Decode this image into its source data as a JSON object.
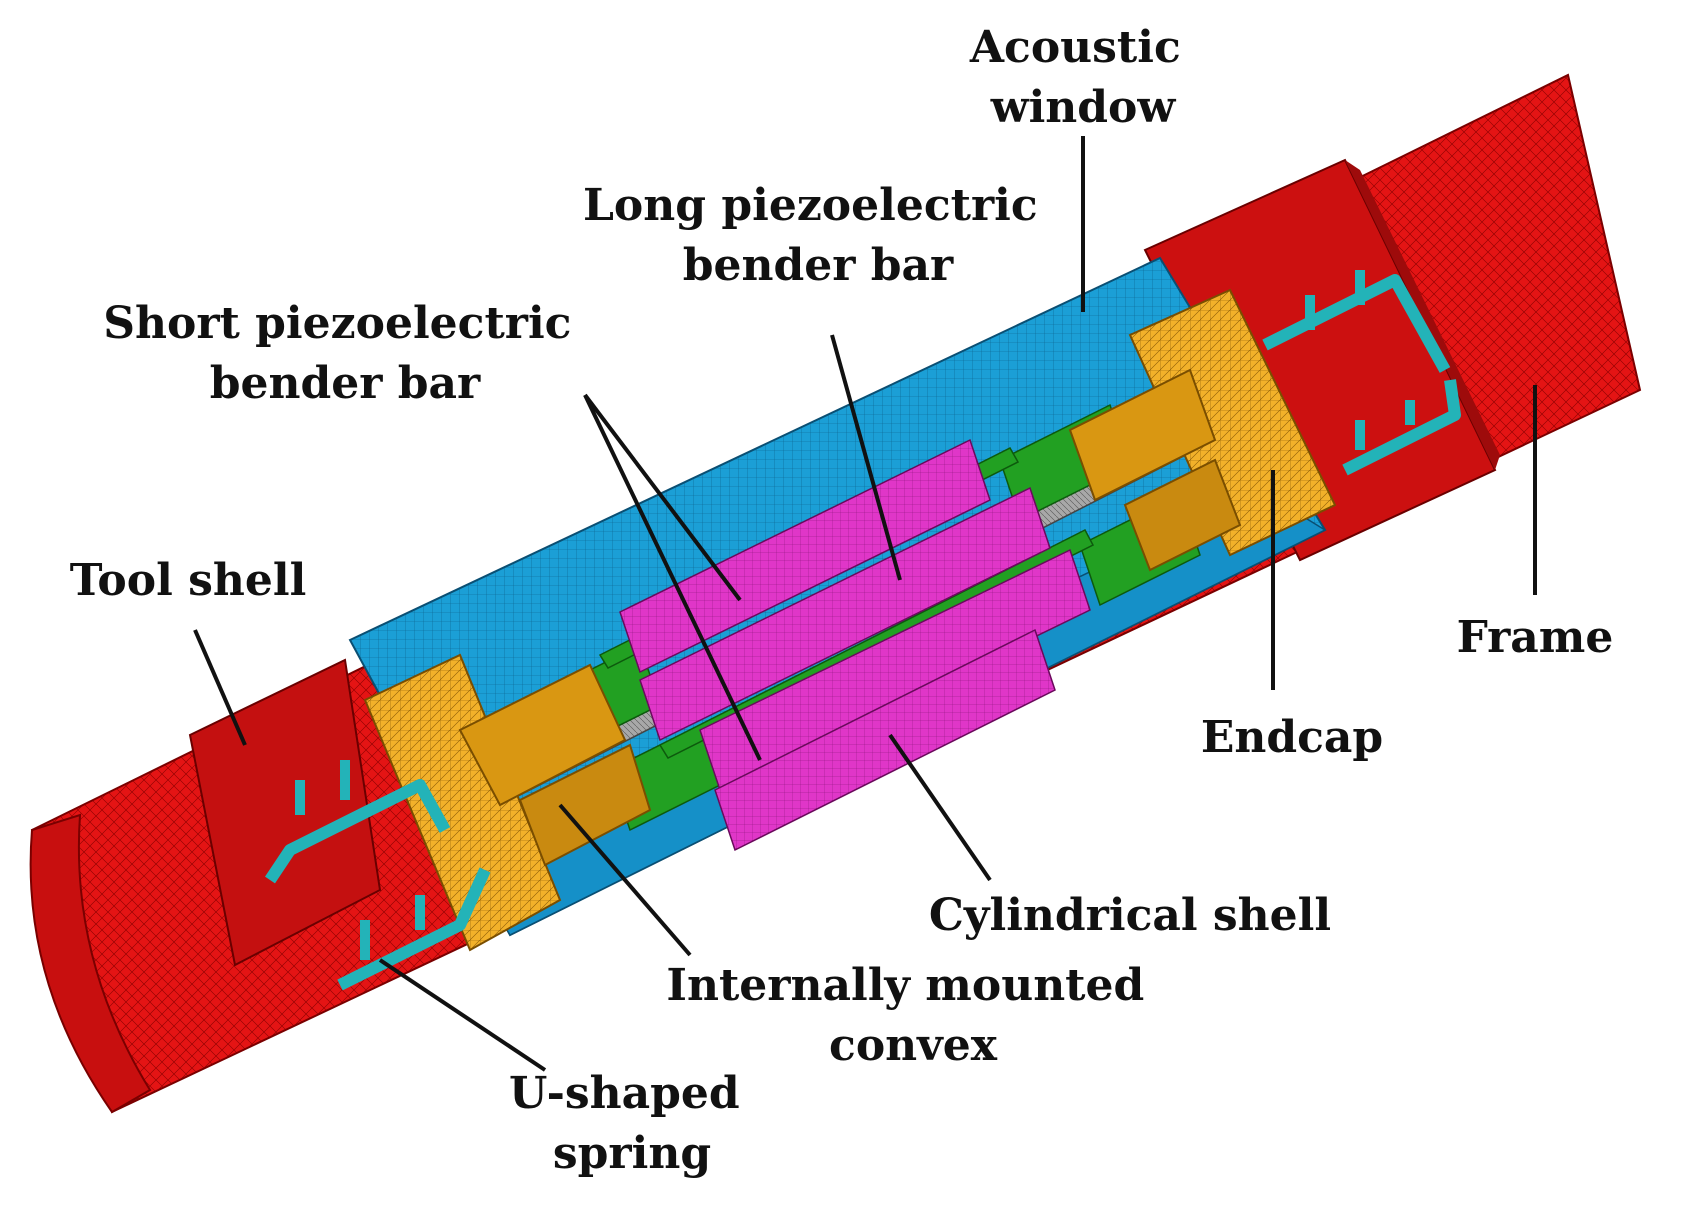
{
  "labels": {
    "acoustic_window": [
      "Acoustic",
      "window"
    ],
    "long_bar": [
      "Long piezoelectric",
      "bender bar"
    ],
    "short_bar": [
      "Short piezoelectric",
      "bender bar"
    ],
    "tool_shell": "Tool shell",
    "frame": "Frame",
    "endcap": "Endcap",
    "cylindrical_shell": "Cylindrical shell",
    "convex": [
      "Internally mounted",
      "convex"
    ],
    "spring": [
      "U-shaped",
      "spring"
    ]
  },
  "colors": {
    "tool_shell": "#e41414",
    "cylinder": "#1b9fd6",
    "endcap": "#f2b12a",
    "bar": "#e036c8",
    "green": "#22a022",
    "spring": "#23b3b8",
    "rod": "#9a9a9a"
  }
}
